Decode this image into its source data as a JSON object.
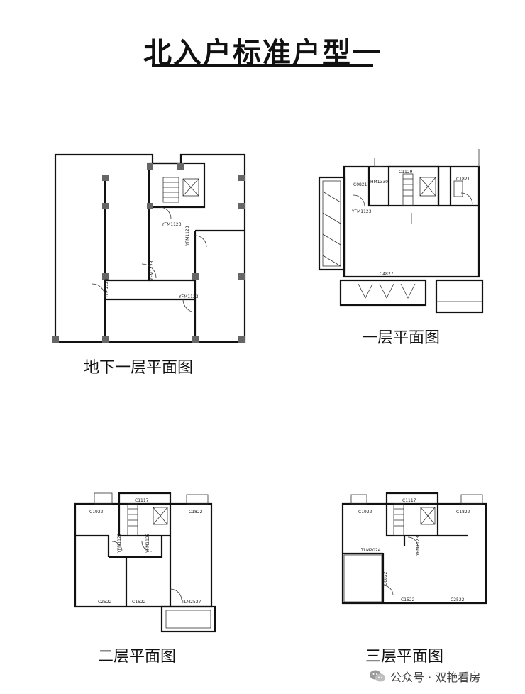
{
  "title": "北入户标准户型一",
  "plans": {
    "basement": {
      "caption": "地下一层平面图",
      "labels": [
        "YFM1123",
        "YFM1123",
        "YFM1123",
        "YFM1123",
        "YFM1123"
      ]
    },
    "first": {
      "caption": "一层平面图",
      "labels": [
        "C0821",
        "HM1330",
        "C1129",
        "C1821",
        "YFM1123",
        "C4827"
      ]
    },
    "second": {
      "caption": "二层平面图",
      "labels": [
        "C1922",
        "C1117",
        "C1822",
        "YFM1123",
        "YFM1123",
        "C2522",
        "C1622",
        "TLM2527"
      ]
    },
    "third": {
      "caption": "三层平面图",
      "labels": [
        "C1922",
        "C1117",
        "C1822",
        "TLM2024",
        "YFM1123",
        "C0822",
        "C1522",
        "C2522"
      ]
    }
  },
  "watermark": {
    "text": "公众号 · 双艳看房",
    "icon": "wechat-icon"
  }
}
